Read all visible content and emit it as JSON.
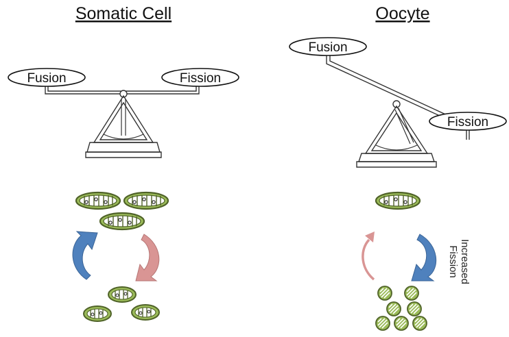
{
  "somatic": {
    "title": "Somatic Cell",
    "left_pan": "Fusion",
    "right_pan": "Fission"
  },
  "oocyte": {
    "title": "Oocyte",
    "left_pan": "Fusion",
    "right_pan": "Fission",
    "arrow_label_line1": "Increased",
    "arrow_label_line2": "Fission"
  },
  "colors": {
    "mito_fill": "#9bbb59",
    "mito_stroke": "#4f6228",
    "blue_arrow": "#4f81bd",
    "pink_arrow": "#d99594"
  },
  "icons": [
    "balance-scale-icon",
    "mitochondrion-icon",
    "cycle-arrow-icon"
  ]
}
